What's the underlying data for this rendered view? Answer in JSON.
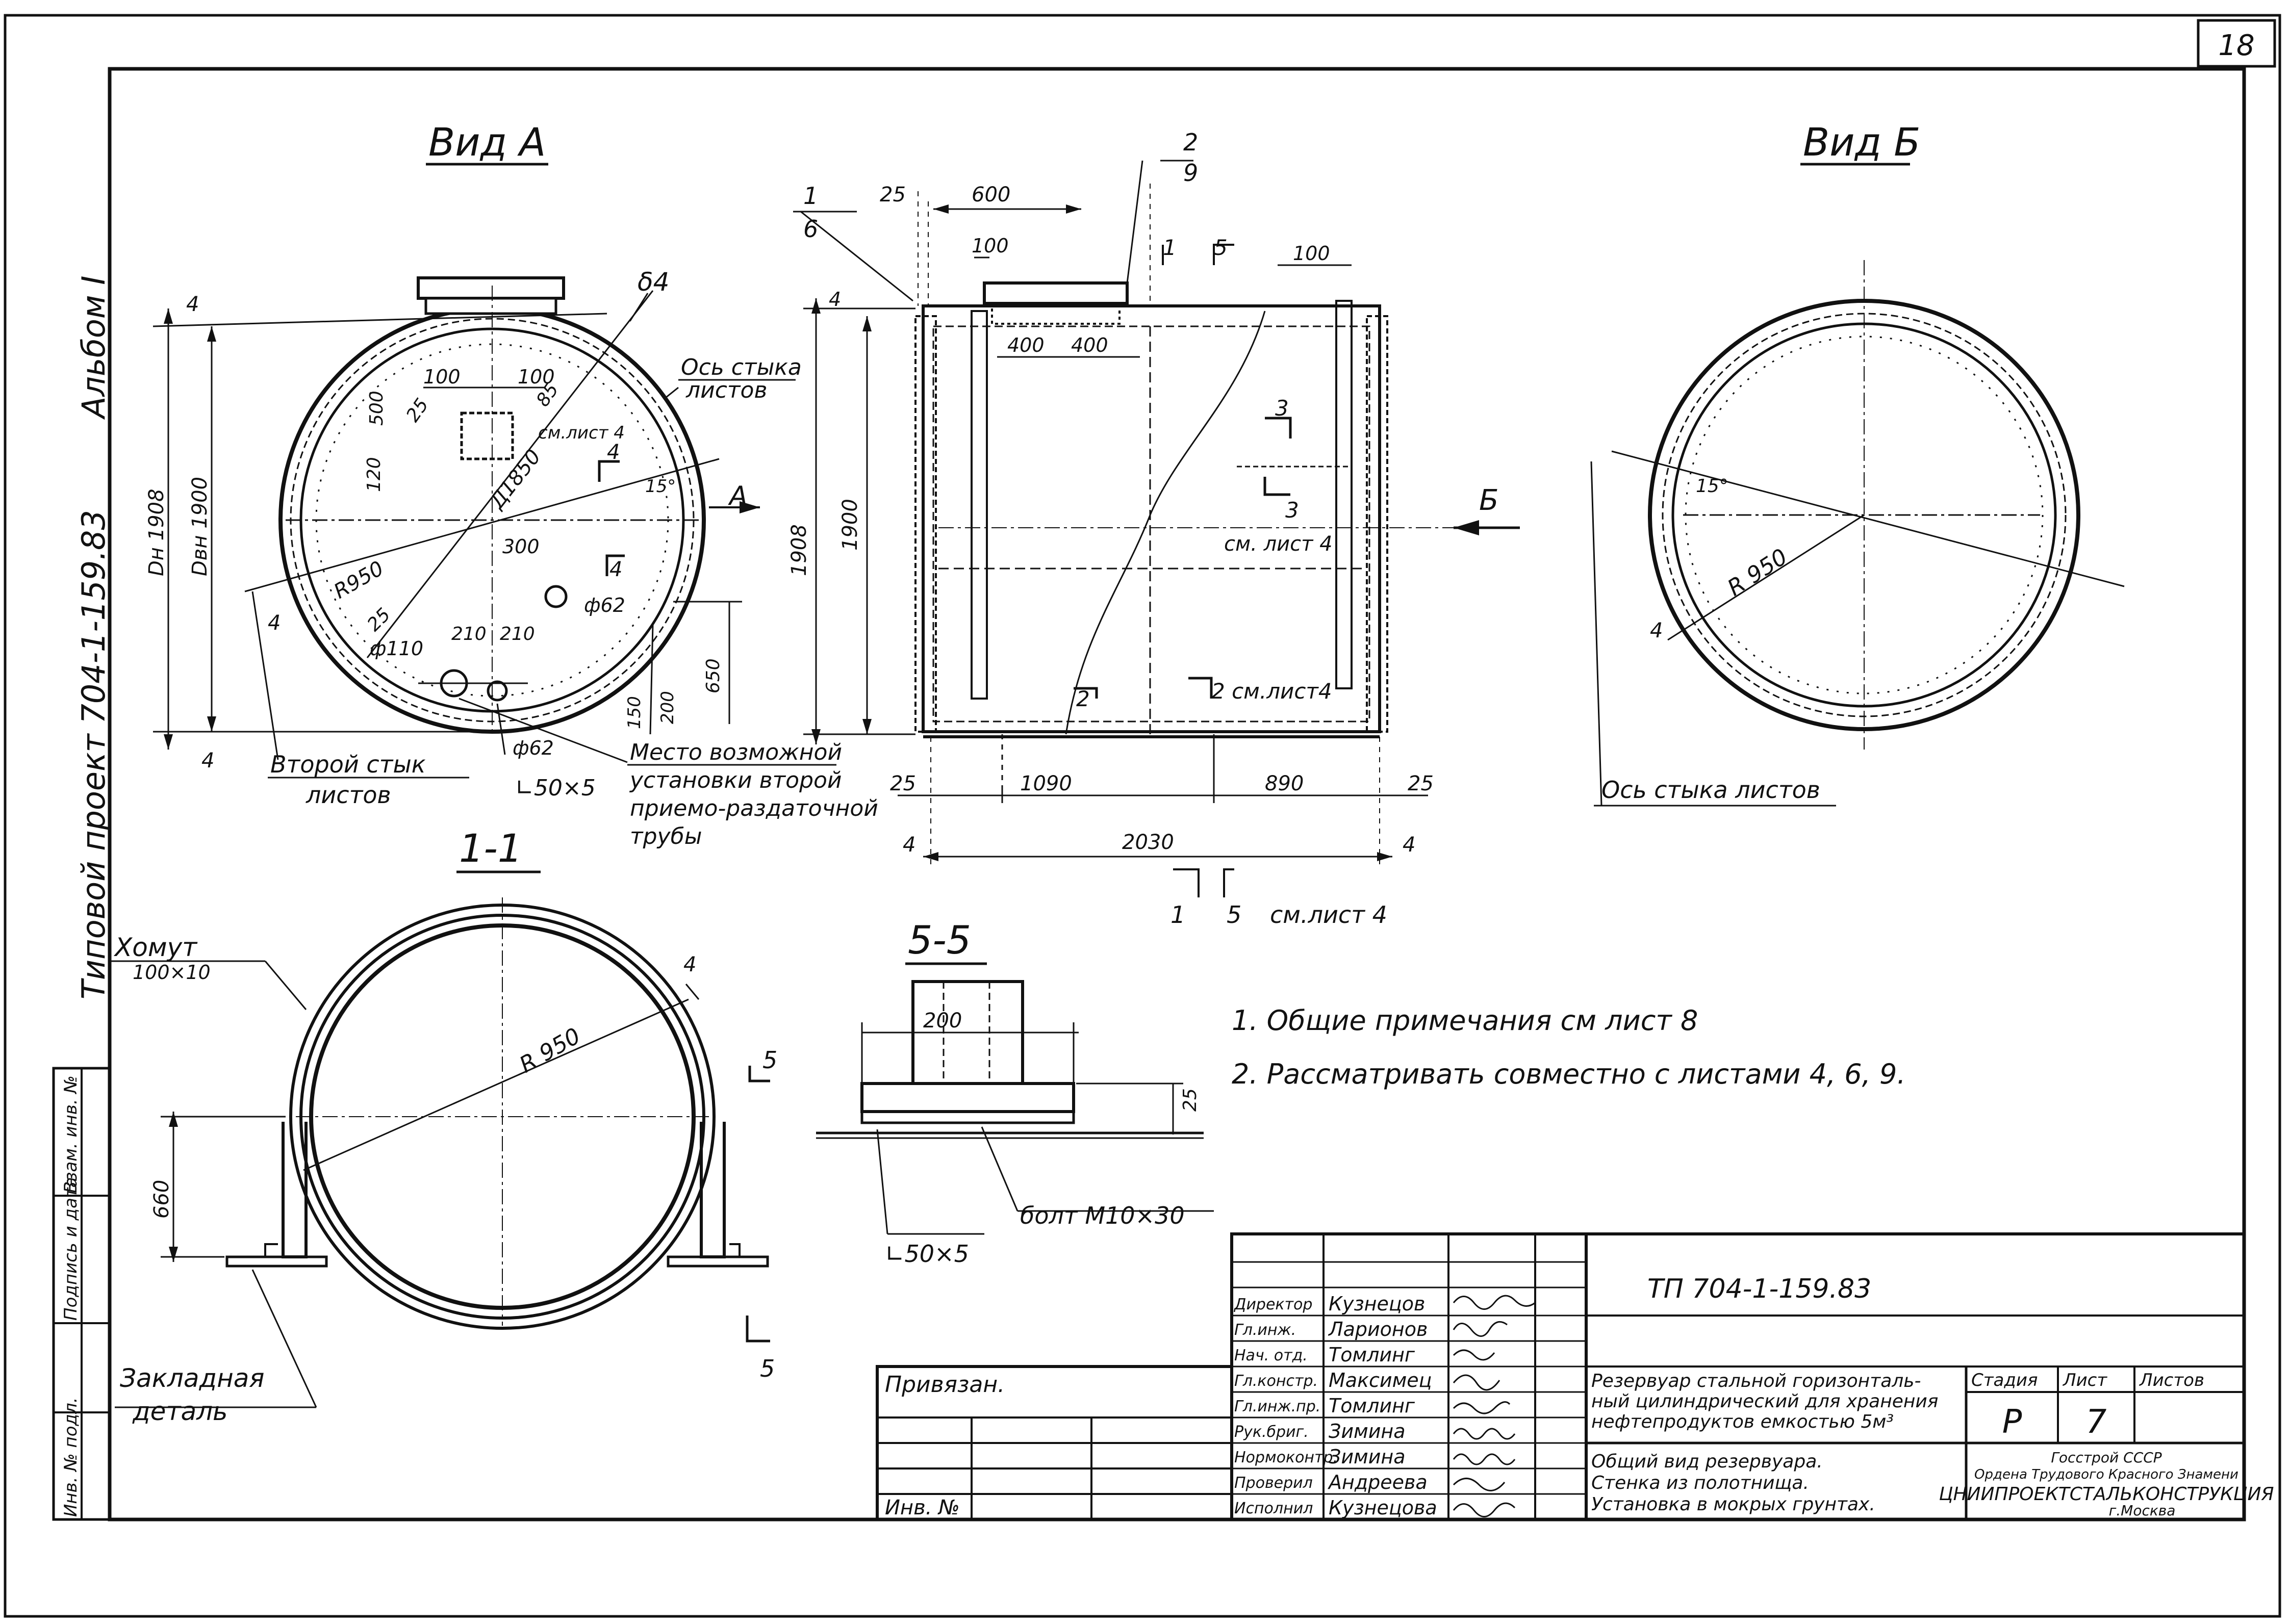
{
  "sheet_number": "18",
  "album_label": "Альбом I",
  "side_project_label": "Типовой проект 704-1-159.83",
  "views": {
    "view_a": {
      "title": "Вид А",
      "dims": {
        "d4": "δ4",
        "os_styka_1": "Ось стыка",
        "os_styka_2": "листов",
        "w100a": "100",
        "w100b": "100",
        "v500": "500",
        "v120": "120",
        "v25a": "25",
        "v85": "85",
        "sm_list4": "см.лист 4",
        "d1850": "Д1850",
        "v4a": "4",
        "a15": "15°",
        "arrow_a": "A",
        "v300": "300",
        "v4b": "4",
        "r950": "R950",
        "v25b": "25",
        "v4c": "4",
        "phi62a": "ф62",
        "phi110": "ф110",
        "v210a": "210",
        "v210b": "210",
        "v650": "650",
        "v150": "150",
        "v200": "200",
        "phi62b": "ф62",
        "dn1908": "Dн 1908",
        "dvn1900": "Dвн 1900",
        "t4a": "4",
        "t4b": "4",
        "vtoroi_1": "Второй стык",
        "vtoroi_2": "листов",
        "angle": "∟50×5",
        "mesto_1": "Место возможной",
        "mesto_2": "установки второй",
        "mesto_3": "приемо-раздаточной",
        "mesto_4": "трубы"
      }
    },
    "side_view": {
      "dims": {
        "n1": "1",
        "n6": "6",
        "n2": "2",
        "n9": "9",
        "v25": "25",
        "v600": "600",
        "v100a": "100",
        "s1": "1",
        "s5": "5",
        "v100b": "100",
        "v400a": "400",
        "v400b": "400",
        "c3a": "3",
        "c3b": "3",
        "sm_list4a": "см. лист 4",
        "arrow_b": "Б",
        "h1908": "1908",
        "h1900": "1900",
        "v4": "4",
        "c2a": "2",
        "c2b": "2 см.лист4",
        "b25a": "25",
        "b1090": "1090",
        "b890": "890",
        "b25b": "25",
        "b2030": "2030",
        "b4a": "4",
        "b4b": "4",
        "f1": "1",
        "f5": "5",
        "f_sm": "см.лист 4"
      }
    },
    "view_b": {
      "title": "Вид Б",
      "dims": {
        "a15": "15°",
        "r950": "R 950",
        "v4": "4",
        "os": "Ось стыка листов"
      }
    },
    "section_1_1": {
      "title": "1-1",
      "dims": {
        "homut": "Хомут",
        "homut_size": "100×10",
        "r950": "R 950",
        "v4": "4",
        "v660": "660",
        "s5a": "5",
        "s5b": "5",
        "zakl_1": "Закладная",
        "zakl_2": "деталь"
      }
    },
    "section_5_5": {
      "title": "5-5",
      "dims": {
        "v200": "200",
        "v25": "25",
        "bolt": "болт М10×30",
        "angle": "∟50×5"
      }
    }
  },
  "notes": [
    "1. Общие примечания см лист 8",
    "2. Рассматривать совместно с листами 4, 6, 9."
  ],
  "side_stamp": [
    "Инв. № подл.",
    "Подпись и дата",
    "Взам. инв. №"
  ],
  "title_block": {
    "designation": "ТП 704-1-159.83",
    "privyazan": "Привязан.",
    "inv_no": "Инв. №",
    "signers": [
      {
        "role": "Директор",
        "name": "Кузнецов"
      },
      {
        "role": "Гл.инж.",
        "name": "Ларионов"
      },
      {
        "role": "Нач. отд.",
        "name": "Томлинг"
      },
      {
        "role": "Гл.констр.",
        "name": "Максимец"
      },
      {
        "role": "Гл.инж.пр.",
        "name": "Томлинг"
      },
      {
        "role": "Рук.бриг.",
        "name": "Зимина"
      },
      {
        "role": "Нормоконтр.",
        "name": "Зимина"
      },
      {
        "role": "Проверил",
        "name": "Андреева"
      },
      {
        "role": "Исполнил",
        "name": "Кузнецова"
      }
    ],
    "description": [
      "Резервуар стальной горизонталь-",
      "ный цилиндрический для хранения",
      "нефтепродуктов емкостью 5м³"
    ],
    "sheet_title": [
      "Общий вид резервуара.",
      "Стенка из полотнища.",
      "Установка в мокрых грунтах."
    ],
    "stage_header": "Стадия",
    "sheet_header": "Лист",
    "sheets_header": "Листов",
    "stage_value": "Р",
    "sheet_value": "7",
    "org": [
      "Госстрой СССР",
      "Ордена Трудового Красного Знамени",
      "ЦНИИПРОЕКТСТАЛЬКОНСТРУКЦИЯ",
      "г.Москва"
    ]
  }
}
